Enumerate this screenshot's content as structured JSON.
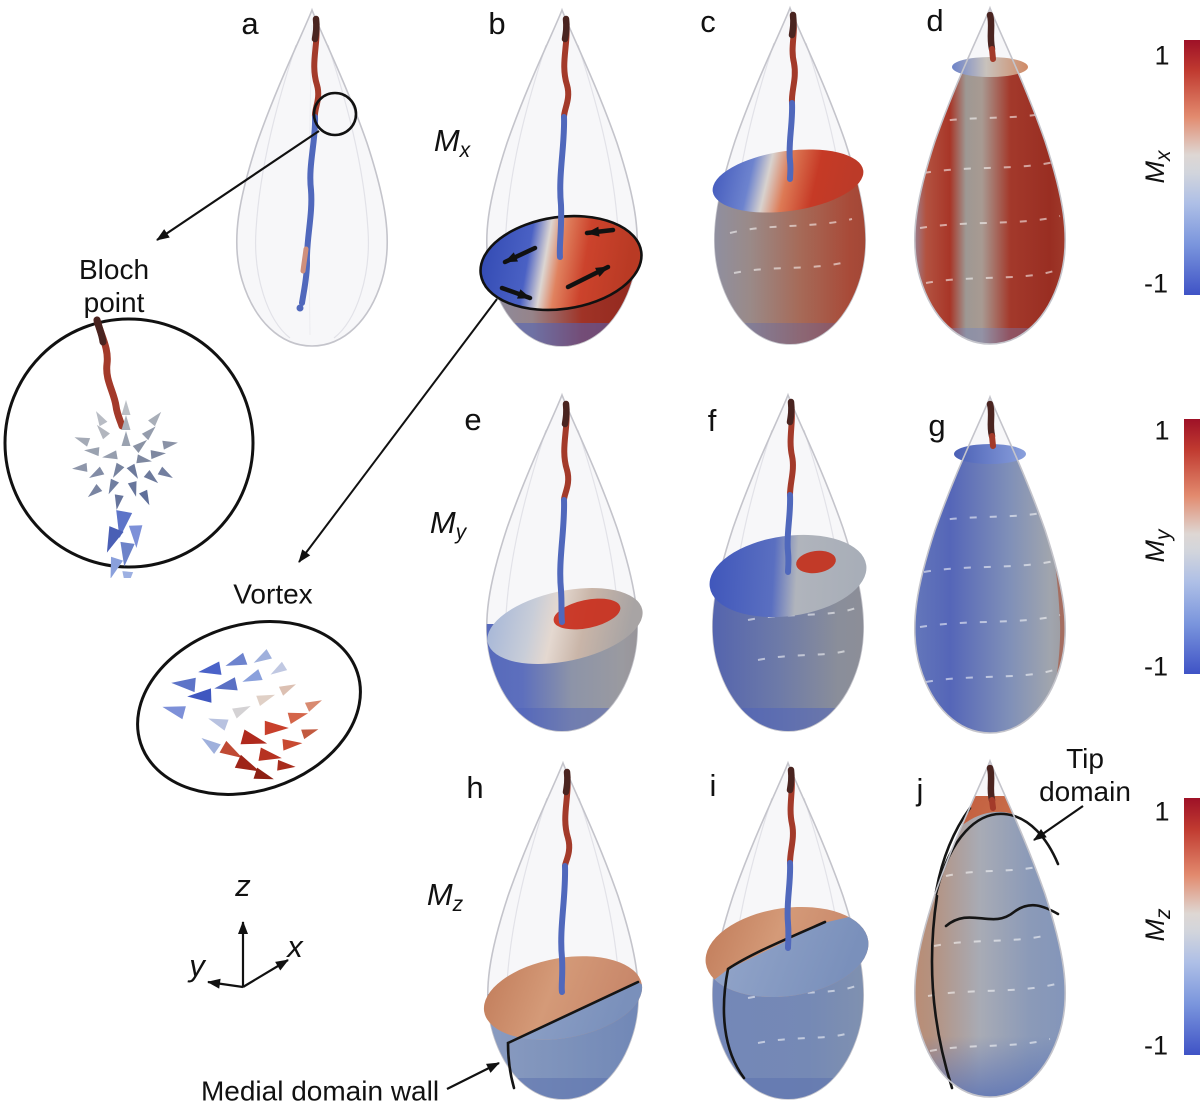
{
  "panels": [
    {
      "label": "a"
    },
    {
      "label": "b"
    },
    {
      "label": "c"
    },
    {
      "label": "d"
    },
    {
      "label": "e"
    },
    {
      "label": "f"
    },
    {
      "label": "g"
    },
    {
      "label": "h"
    },
    {
      "label": "i"
    },
    {
      "label": "j"
    }
  ],
  "rows": [
    {
      "main": "M",
      "sub": "x"
    },
    {
      "main": "M",
      "sub": "y"
    },
    {
      "main": "M",
      "sub": "z"
    }
  ],
  "colorbars": [
    {
      "max": "1",
      "min": "-1",
      "main": "M",
      "sub": "x"
    },
    {
      "max": "1",
      "min": "-1",
      "main": "M",
      "sub": "y"
    },
    {
      "max": "1",
      "min": "-1",
      "main": "M",
      "sub": "z"
    }
  ],
  "annotations": {
    "bloch_line1": "Bloch",
    "bloch_line2": "point",
    "vortex": "Vortex",
    "tip_line1": "Tip",
    "tip_line2": "domain",
    "medial": "Medial domain wall"
  },
  "axes": {
    "x": "x",
    "y": "y",
    "z": "z"
  },
  "colors": {
    "colormap_max": "#9e1127",
    "colormap_mid": "#d9d7d6",
    "colormap_min": "#3f53c6"
  }
}
